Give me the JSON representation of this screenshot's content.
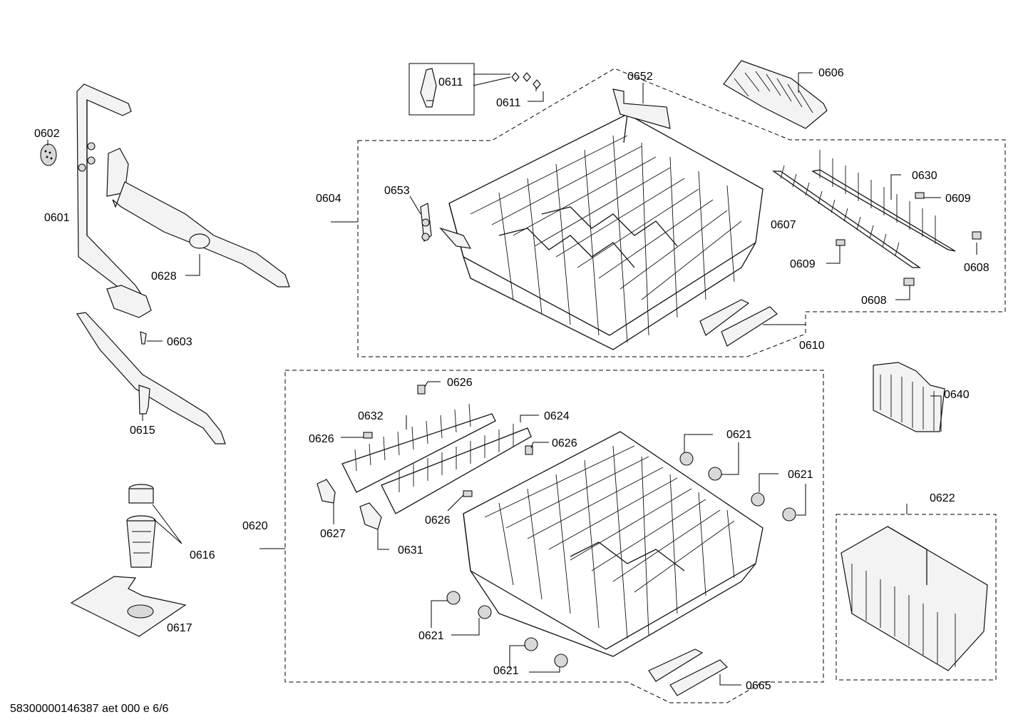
{
  "footer": {
    "document_id": "58300000146387 aet 000 e 6/6"
  },
  "labels": {
    "l0601": "0601",
    "l0602": "0602",
    "l0603": "0603",
    "l0604": "0604",
    "l0606": "0606",
    "l0607": "0607",
    "l0608a": "0608",
    "l0608b": "0608",
    "l0609a": "0609",
    "l0609b": "0609",
    "l0610": "0610",
    "l0611a": "0611",
    "l0611b": "0611",
    "l0615": "0615",
    "l0616": "0616",
    "l0617": "0617",
    "l0620": "0620",
    "l0621a": "0621",
    "l0621b": "0621",
    "l0621c": "0621",
    "l0621d": "0621",
    "l0622": "0622",
    "l0624": "0624",
    "l0626a": "0626",
    "l0626b": "0626",
    "l0626c": "0626",
    "l0626d": "0626",
    "l0627": "0627",
    "l0628": "0628",
    "l0630": "0630",
    "l0631": "0631",
    "l0632": "0632",
    "l0640": "0640",
    "l0652": "0652",
    "l0653": "0653",
    "l0665": "0665"
  }
}
